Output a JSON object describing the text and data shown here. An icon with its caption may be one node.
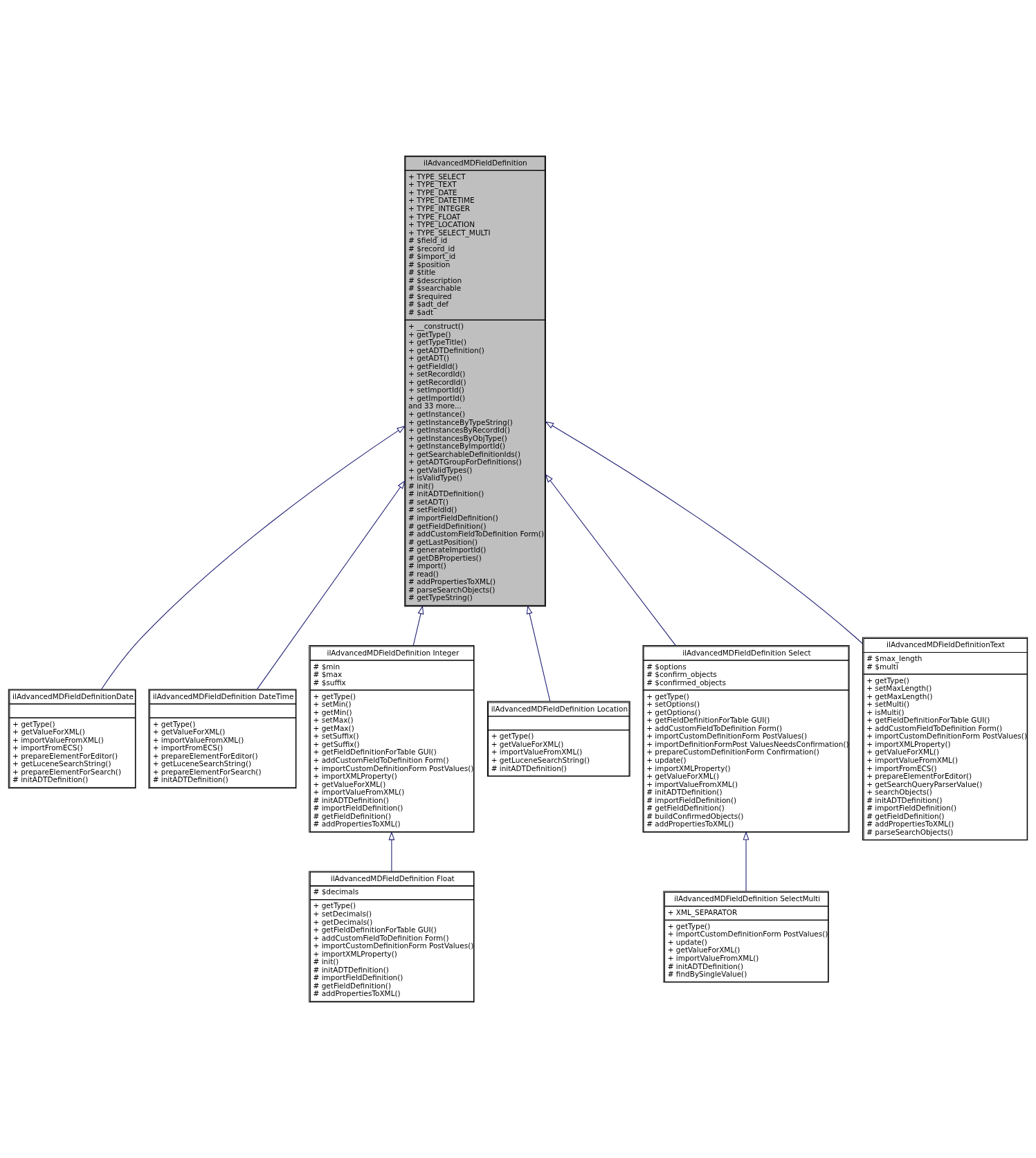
{
  "diagram": {
    "nodes": [
      {
        "text": [
          "ilAdvancedMDFieldDefinition",
          "+ TYPE_SELECT + TYPE_TEXT + TYPE_DATE + TYPE_DATETIME + TYPE_INTEGER + TYPE_FLOAT + TYPE_LOCATION + TYPE_SELECT_MULTI # $field_id # $record_id # $import_id # $position # $title # $description # $searchable # $required # $adt_def # $adt",
          "+ __construct() + getType() + getTypeTitle() + getADTDefinition() + getADT() + getFieldId() + setRecordId() + getRecordId() + setImportId() + getImportId() and 33 more... + getInstance() + getInstanceByTypeString() + getInstancesByRecordId() + getInstancesByObjType() + getInstanceByImportId() + getSearchableDefinitionIds() + getADTGroupForDefinitions() + getValidTypes() + isValidType() # init() # initADTDefinition() # setADT() # setFieldId() # importFieldDefinition() # getFieldDefinition() # addCustomFieldToDefinition Form() # getLastPosition() # generateImportId() # getDBProperties() # import() # read() # addPropertiesToXML() # parseSearchObjects() # getTypeString()"
        ]
      },
      {
        "text": [
          "ilAdvancedMDFieldDefinitionDate",
          "+ getType() + getValueForXML() + importValueFromXML() + importFromECS() + prepareElementForEditor() + getLuceneSearchString() + prepareElementForSearch() # initADTDefinition()"
        ]
      },
      {
        "text": [
          "ilAdvancedMDFieldDefinition DateTime",
          "+ getType() + getValueForXML() + importValueFromXML() + importFromECS() + prepareElementForEditor() + getLuceneSearchString() + prepareElementForSearch() # initADTDefinition()"
        ]
      },
      {
        "text": [
          "ilAdvancedMDFieldDefinition Integer",
          "# $min # $max # $suffix",
          "+ getType() + setMin() + getMin() + setMax() + getMax() + setSuffix() + getSuffix() + getFieldDefinitionForTable GUI() + addCustomFieldToDefinition Form() + importCustomDefinitionForm PostValues() + importXMLProperty() + getValueForXML() + importValueFromXML() # initADTDefinition() # importFieldDefinition() # getFieldDefinition() # addPropertiesToXML()"
        ]
      },
      {
        "text": [
          "ilAdvancedMDFieldDefinition Location",
          "+ getType() + getValueForXML() + importValueFromXML() + getLuceneSearchString() # initADTDefinition()"
        ]
      },
      {
        "text": [
          "ilAdvancedMDFieldDefinition Select",
          "# $options # $confirm_objects # $confirmed_objects",
          "+ getType() + setOptions() + getOptions() + getFieldDefinitionForTable GUI() + addCustomFieldToDefinition Form() + importCustomDefinitionForm PostValues() + importDefinitionFormPost ValuesNeedsConfirmation() + prepareCustomDefinitionForm Confirmation() + update() + importXMLProperty() + getValueForXML() + importValueFromXML() # initADTDefinition() # importFieldDefinition() # getFieldDefinition() # buildConfirmedObjects() # addPropertiesToXML()"
        ]
      },
      {
        "text": [
          "ilAdvancedMDFieldDefinitionText",
          "# $max_length # $multi",
          "+ getType() + setMaxLength() + getMaxLength() + setMulti() + isMulti() + getFieldDefinitionForTable GUI() + addCustomFieldToDefinition Form() + importCustomDefinitionForm PostValues() + importXMLProperty() + getValueForXML() + importValueFromXML() + importFromECS() + prepareElementForEditor() + getSearchQueryParserValue() + searchObjects() # initADTDefinition() # importFieldDefinition() # getFieldDefinition() # addPropertiesToXML() # parseSearchObjects()"
        ]
      },
      {
        "text": [
          "ilAdvancedMDFieldDefinition Float",
          "# $decimals",
          "+ getType() + setDecimals() + getDecimals() + getFieldDefinitionForTable GUI() + addCustomFieldToDefinition Form() + importCustomDefinitionForm PostValues() + importXMLProperty() # init() # initADTDefinition() # importFieldDefinition() # getFieldDefinition() # addPropertiesToXML()"
        ]
      },
      {
        "text": [
          "ilAdvancedMDFieldDefinition SelectMulti",
          "+ XML_SEPARATOR",
          "+ getType() + importCustomDefinitionForm PostValues() + update() + getValueForXML() + importValueFromXML() # initADTDefinition() # findBySingleValue()"
        ]
      }
    ],
    "edges": [
      {
        "from": 1,
        "to": 0,
        "arrow": "to"
      },
      {
        "from": 2,
        "to": 0,
        "arrow": "to"
      },
      {
        "from": 3,
        "to": 0,
        "arrow": "to"
      },
      {
        "from": 4,
        "to": 0,
        "arrow": "to"
      },
      {
        "from": 5,
        "to": 0,
        "arrow": "to"
      },
      {
        "from": 6,
        "to": 0,
        "arrow": "to"
      },
      {
        "from": 7,
        "to": 3,
        "arrow": "to"
      },
      {
        "from": 8,
        "to": 5,
        "arrow": "to"
      }
    ]
  }
}
